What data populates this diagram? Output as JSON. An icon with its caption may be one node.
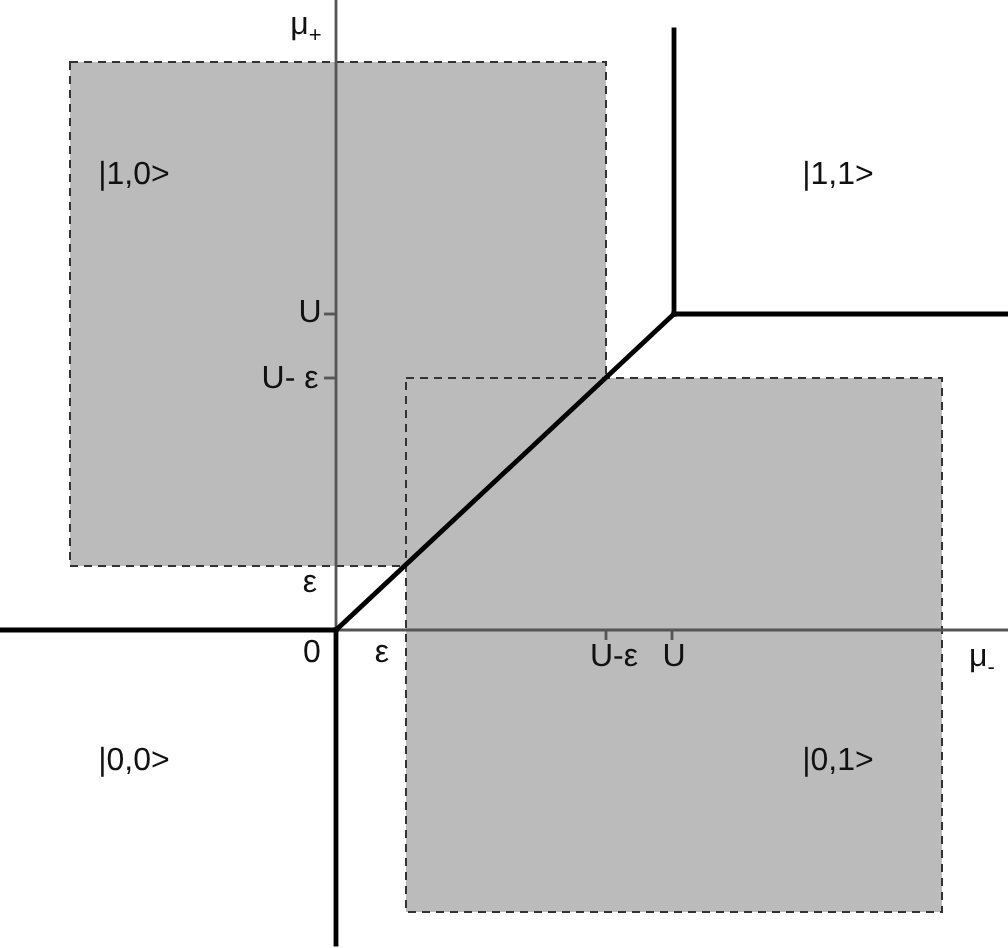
{
  "diagram": {
    "labels": [
      "μ$_{+}$",
      "|1,0>",
      "|1,1>",
      "U",
      "U- ε",
      "ε",
      "0",
      "ε",
      "U-ε",
      "U",
      "μ$_{-}$",
      "|0,0>",
      "|0,1>"
    ]
  }
}
